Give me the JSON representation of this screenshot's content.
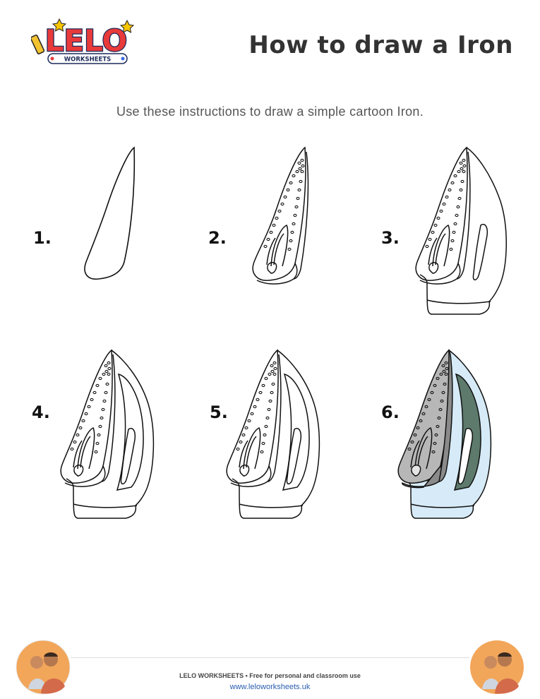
{
  "header": {
    "logo_text": "LELO",
    "logo_subtext": "WORKSHEETS",
    "title": "How to draw a Iron"
  },
  "intro": "Use these instructions to draw a simple cartoon Iron.",
  "steps": [
    {
      "label": "1."
    },
    {
      "label": "2."
    },
    {
      "label": "3."
    },
    {
      "label": "4."
    },
    {
      "label": "5."
    },
    {
      "label": "6."
    }
  ],
  "colors": {
    "soleplate": "#b7b7b7",
    "body": "#d6ebf7",
    "handle": "#5d7a6c",
    "outline": "#111111"
  },
  "footer": {
    "brand": "LELO WORKSHEETS  •  Free for personal and classroom use",
    "url": "www.leloworksheets.uk"
  }
}
